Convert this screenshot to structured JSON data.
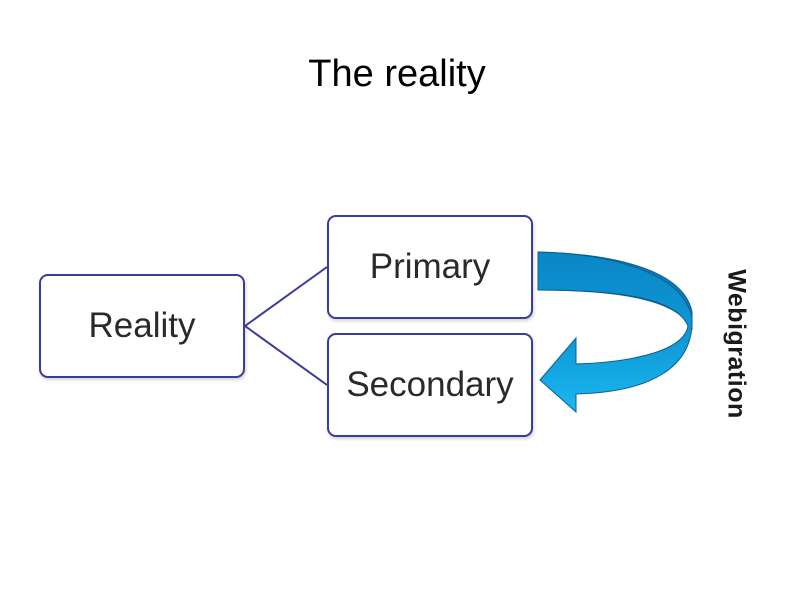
{
  "slide": {
    "title": "The reality"
  },
  "nodes": {
    "root": "Reality",
    "primary": "Primary",
    "secondary": "Secondary"
  },
  "arrow": {
    "label": "Webigration",
    "colors": {
      "light": "#1ab8f0",
      "dark": "#0877b6",
      "outline": "#0d5f8c"
    }
  },
  "colors": {
    "node_border": "#3b3b9a",
    "connector": "#3b3b9a",
    "title_text": "#000000"
  }
}
